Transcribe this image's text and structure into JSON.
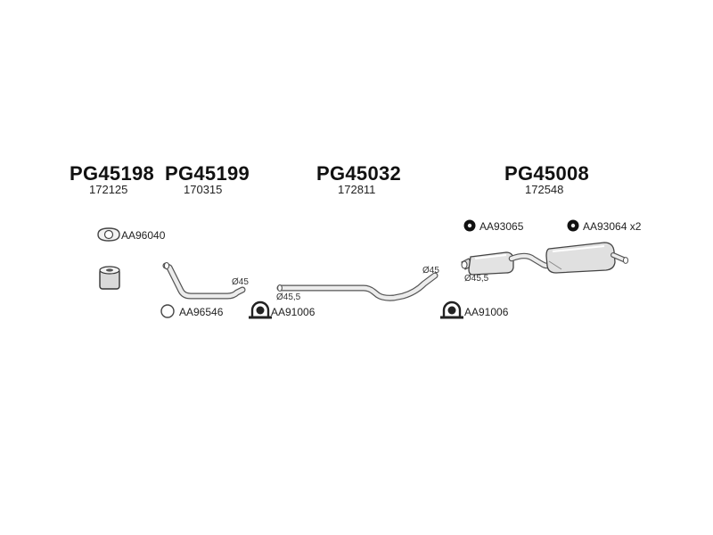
{
  "groups": [
    {
      "code": "PG45198",
      "ref": "172125"
    },
    {
      "code": "PG45199",
      "ref": "170315"
    },
    {
      "code": "PG45032",
      "ref": "172811"
    },
    {
      "code": "PG45008",
      "ref": "172548"
    }
  ],
  "parts": {
    "gasket_front": "AA96040",
    "ring": "AA96546",
    "clamp_1": "AA91006",
    "clamp_2": "AA91006",
    "rubber_mount_1": "AA93065",
    "rubber_mount_2": "AA93064 x2"
  },
  "dimensions": {
    "front_pipe_dia": "Ø45",
    "mid_pipe_inlet_dia": "Ø45,5",
    "mid_pipe_outlet_dia": "Ø45",
    "rear_inlet_dia": "Ø45,5"
  },
  "colors": {
    "part_fill": "#e6e6e6",
    "part_stroke": "#555555",
    "mount_dark": "#111111"
  }
}
